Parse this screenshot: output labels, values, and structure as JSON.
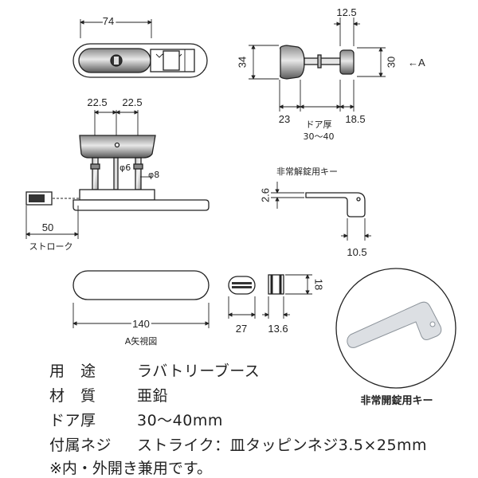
{
  "dimensions": {
    "top_width": "74",
    "knob_width": "12.5",
    "height_right": "34",
    "height_30": "30",
    "arrow_a": "←A",
    "knob_left": "23",
    "knob_right": "18.5",
    "door_label": "ドア厚",
    "door_range": "30〜40",
    "pitch_left": "22.5",
    "pitch_right": "22.5",
    "phi6": "φ6",
    "phi8": "φ8",
    "emergency_key_label": "非常解錠用キー",
    "key_thickness": "2.6",
    "key_width": "10.5",
    "stroke_value": "50",
    "stroke_label": "ストローク",
    "overall_140": "140",
    "view_a": "A矢視図",
    "width_27": "27",
    "width_13_6": "13.6",
    "height_18": "18"
  },
  "specs": {
    "usage_label": "用　途",
    "usage_value": "ラバトリーブース",
    "material_label": "材　質",
    "material_value": "亜鉛",
    "door_label": "ドア厚",
    "door_value": "30〜40mm",
    "screw_label": "付属ネジ",
    "screw_value": "ストライク：皿タッピンネジ3.5×25mm",
    "note": "※内・外開き兼用です。"
  },
  "key_caption": "非常開錠用キー"
}
